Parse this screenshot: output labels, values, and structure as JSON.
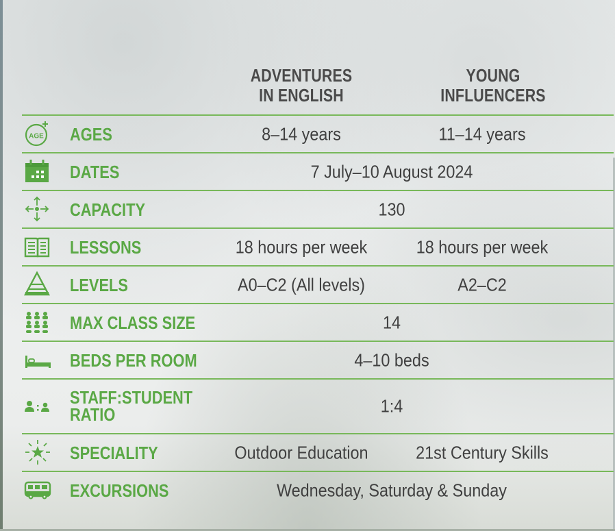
{
  "header": {
    "col1": [
      "ADVENTURES",
      "IN ENGLISH"
    ],
    "col2": [
      "YOUNG",
      "INFLUENCERS"
    ]
  },
  "rows": [
    {
      "icon": "age-icon",
      "icon_text": "AGE",
      "label": "AGES",
      "col1": "8–14 years",
      "col2": "11–14 years"
    },
    {
      "icon": "calendar-icon",
      "label": "DATES",
      "span": "7 July–10 August 2024"
    },
    {
      "icon": "capacity-arrows-icon",
      "label": "CAPACITY",
      "span": "130"
    },
    {
      "icon": "book-icon",
      "label": "LESSONS",
      "col1": "18 hours per week",
      "col2": "18 hours per week"
    },
    {
      "icon": "pyramid-levels-icon",
      "label": "LEVELS",
      "col1": "A0–C2 (All levels)",
      "col2": "A2–C2"
    },
    {
      "icon": "people-group-icon",
      "label": "MAX CLASS SIZE",
      "span": "14"
    },
    {
      "icon": "bed-icon",
      "label": "BEDS PER ROOM",
      "span": "4–10 beds"
    },
    {
      "icon": "staff-student-icon",
      "label": [
        "STAFF:STUDENT",
        "RATIO"
      ],
      "span": "1:4"
    },
    {
      "icon": "star-burst-icon",
      "label": "SPECIALITY",
      "col1": "Outdoor Education",
      "col2": "21st Century Skills"
    },
    {
      "icon": "bus-icon",
      "label": "EXCURSIONS",
      "span": "Wednesday, Saturday & Sunday"
    }
  ],
  "colors": {
    "accent": "#5aa845",
    "text": "#404040",
    "heading": "#4a4a4a",
    "divider": "#78b85a"
  }
}
